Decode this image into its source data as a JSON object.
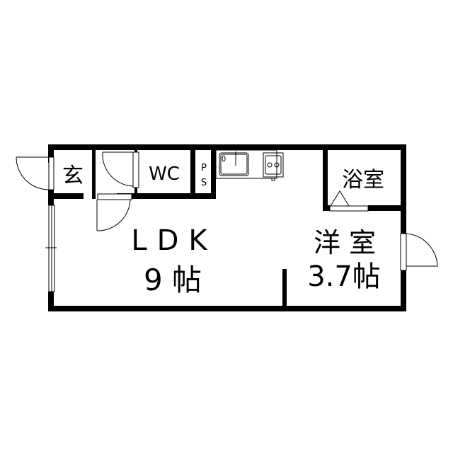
{
  "rooms": {
    "genkan": "玄",
    "wc": "WC",
    "ps_p": "P",
    "ps_s": "S",
    "bath": "浴室",
    "ldk_name": "LDK",
    "ldk_size": "9 帖",
    "western_name": "洋 室",
    "western_size": "3.7帖"
  },
  "colors": {
    "wall": "#000000",
    "background": "#ffffff"
  }
}
